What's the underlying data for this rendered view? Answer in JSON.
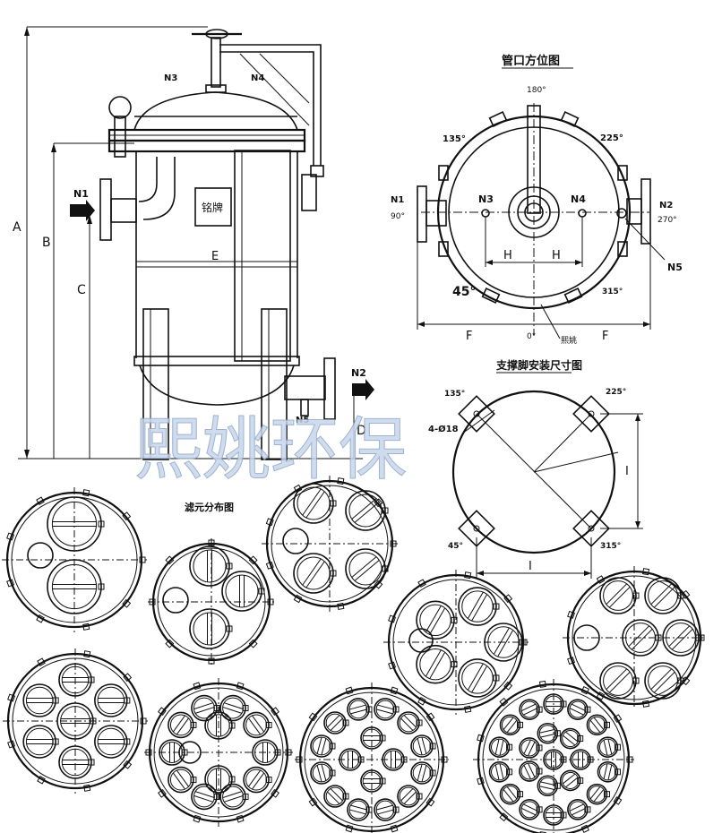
{
  "watermark": "熙姚环保",
  "elevation": {
    "dims": [
      "A",
      "B",
      "C",
      "D",
      "E"
    ],
    "nameplate": "铭牌",
    "nozzles": {
      "n1": "N1",
      "n2": "N2",
      "n3": "N3",
      "n4": "N4",
      "n5": "N5"
    }
  },
  "nozzle_orientation": {
    "title": "管口方位图",
    "angles": {
      "a180": "180°",
      "a135": "135°",
      "a225": "225°",
      "a90": "90°",
      "a270": "270°",
      "a45": "45°",
      "a315": "315°",
      "a0": "0°"
    },
    "dims": {
      "h1": "H",
      "h2": "H",
      "f1": "F",
      "f2": "F"
    },
    "nozzles": {
      "n1": "N1",
      "n2": "N2",
      "n3": "N3",
      "n4": "N4",
      "n5": "N5"
    },
    "nameplate": "熙姚"
  },
  "support_legs": {
    "title": "支撑脚安装尺寸图",
    "hole_spec": "4-Ø18",
    "angles": {
      "a135": "135°",
      "a225": "225°",
      "a45": "45°",
      "a315": "315°"
    },
    "dims": {
      "i_side": "I",
      "i_bottom": "I"
    }
  },
  "filter_layouts": {
    "title": "滤元分布图"
  }
}
